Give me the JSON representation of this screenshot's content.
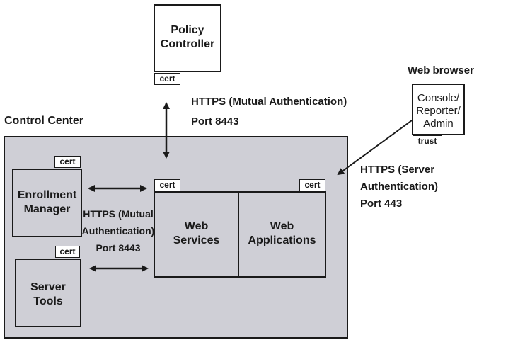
{
  "policy_controller": {
    "title_line1": "Policy",
    "title_line2": "Controller",
    "cert": "cert"
  },
  "link_pc": {
    "line1": "HTTPS (Mutual Authentication)",
    "line2": "Port 8443"
  },
  "web_browser": {
    "title": "Web browser",
    "line1": "Console/",
    "line2": "Reporter/",
    "line3": "Admin",
    "trust": "trust"
  },
  "link_browser": {
    "line1": "HTTPS (Server Authentication)",
    "line2": "Port 443"
  },
  "control_center": {
    "title": "Control Center",
    "enrollment_manager": {
      "line1": "Enrollment",
      "line2": "Manager",
      "cert": "cert"
    },
    "server_tools": {
      "line1": "Server",
      "line2": "Tools",
      "cert": "cert"
    },
    "web_services": {
      "line1": "Web",
      "line2": "Services",
      "cert": "cert"
    },
    "web_applications": {
      "line1": "Web",
      "line2": "Applications",
      "cert": "cert"
    },
    "internal_link": {
      "line1": "HTTPS (Mutual",
      "line2": "Authentication)",
      "line3": "Port 8443"
    }
  }
}
